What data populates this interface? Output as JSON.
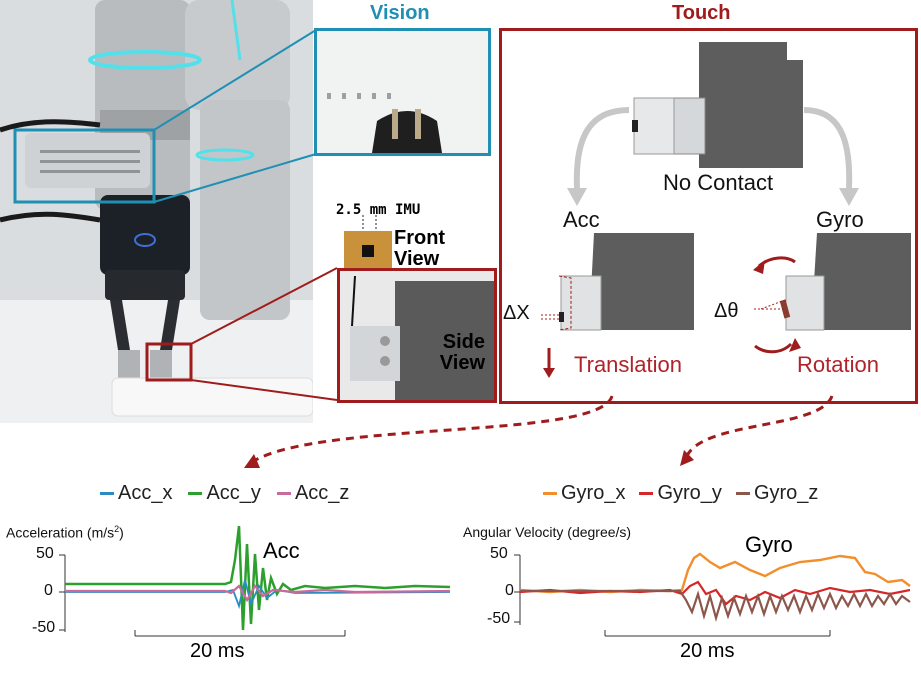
{
  "vision": {
    "title": "Vision",
    "color": "#1f8fb4"
  },
  "touch": {
    "title": "Touch",
    "color": "#a01c1c",
    "no_contact": "No Contact",
    "acc": "Acc",
    "gyro": "Gyro",
    "delta_x": "ΔX",
    "delta_theta": "Δθ",
    "translation": "Translation",
    "rotation": "Rotation"
  },
  "imu": {
    "size_label": "2.5 mm IMU",
    "front_view_l1": "Front",
    "front_view_l2": "View",
    "side_view_l1": "Side",
    "side_view_l2": "View"
  },
  "acc_plot": {
    "legend": [
      "Acc_x",
      "Acc_y",
      "Acc_z"
    ],
    "legend_colors": [
      "#2b8cc4",
      "#2ca02c",
      "#c86b9a"
    ],
    "axis_title": "Acceleration (m/s",
    "axis_title_sup": "2",
    "axis_title_end": ")",
    "ticks": [
      "50",
      "0",
      "-50"
    ],
    "inner_label": "Acc",
    "scale_label": "20 ms"
  },
  "gyro_plot": {
    "legend": [
      "Gyro_x",
      "Gyro_y",
      "Gyro_z"
    ],
    "legend_colors": [
      "#f28e2b",
      "#d62728",
      "#8c564b"
    ],
    "axis_title": "Angular Velocity (degree/s)",
    "ticks": [
      "50",
      "0",
      "-50"
    ],
    "inner_label": "Gyro",
    "scale_label": "20 ms"
  }
}
